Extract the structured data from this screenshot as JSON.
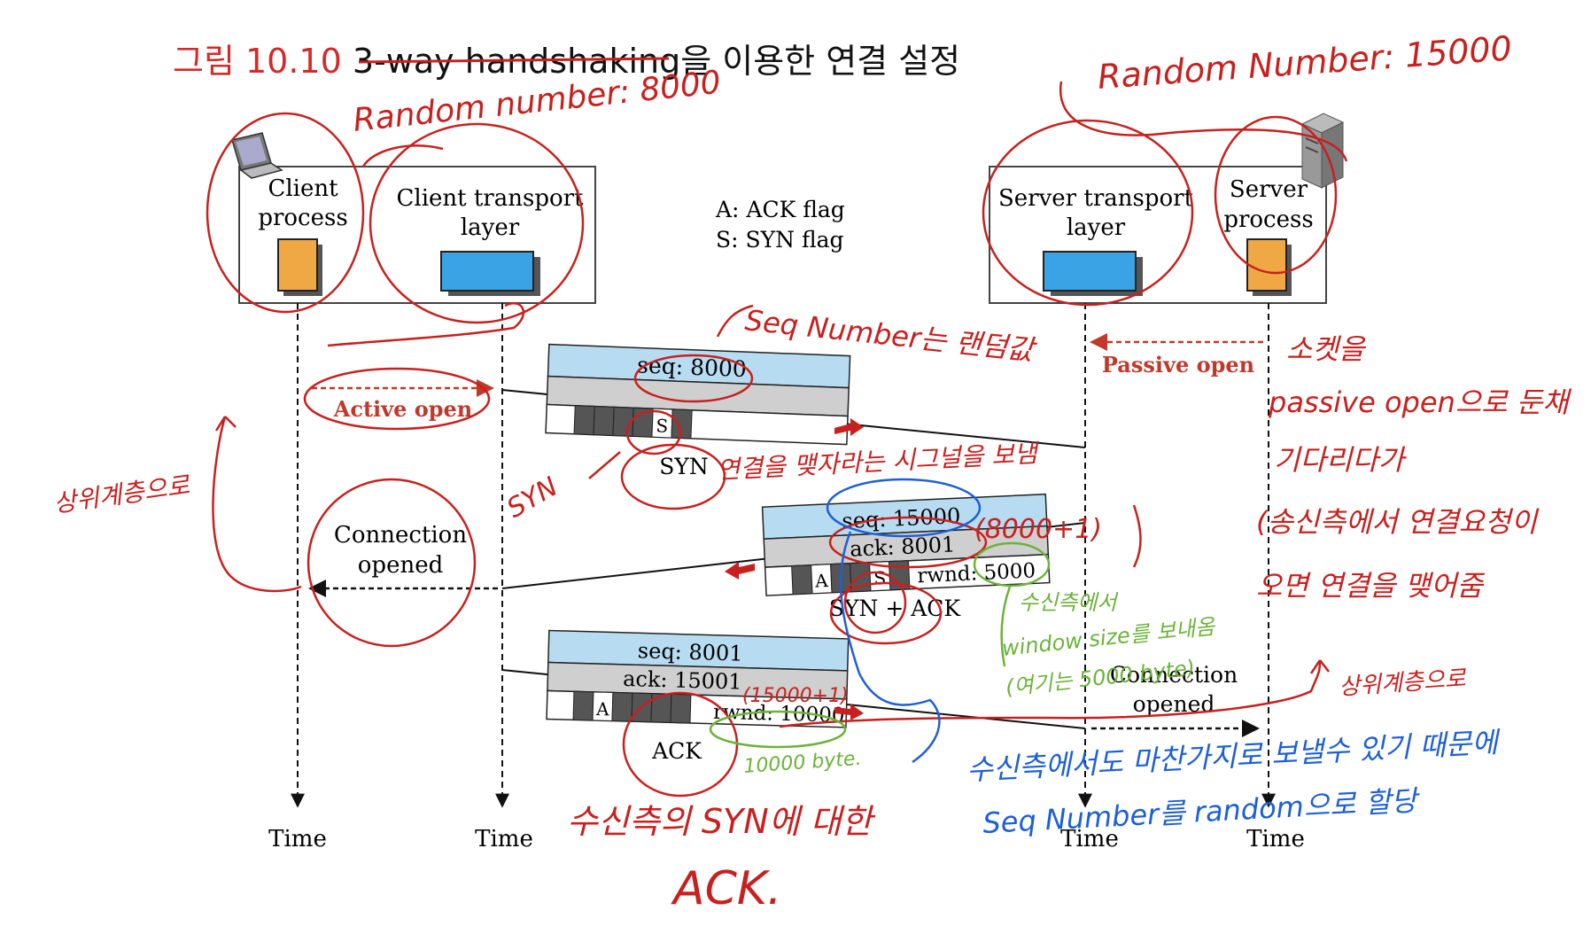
{
  "title": {
    "figure_number": "그림 10.10",
    "text": "3-way handshaking을 이용한 연결 설정"
  },
  "client": {
    "process_line1": "Client",
    "process_line2": "process",
    "transport_line1": "Client transport",
    "transport_line2": "layer",
    "icon": "laptop-icon"
  },
  "server": {
    "transport_line1": "Server transport",
    "transport_line2": "layer",
    "process_line1": "Server",
    "process_line2": "process",
    "icon": "server-tower-icon"
  },
  "legend": {
    "ack": "A: ACK flag",
    "syn": "S: SYN flag"
  },
  "events": {
    "active_open": "Active open",
    "passive_open": "Passive open",
    "client_connection_line1": "Connection",
    "client_connection_line2": "opened",
    "server_connection_line1": "Connection",
    "server_connection_line2": "opened"
  },
  "segments": {
    "syn": {
      "seq": "seq: 8000",
      "flag_s": "S",
      "label": "SYN"
    },
    "synack": {
      "seq": "seq: 15000",
      "ack": "ack: 8001",
      "rwnd": "rwnd: 5000",
      "flag_a": "A",
      "flag_s": "S",
      "label": "SYN + ACK"
    },
    "ack": {
      "seq": "seq: 8001",
      "ack": "ack: 15001",
      "rwnd": "rwnd: 10000",
      "flag_a": "A",
      "label": "ACK"
    }
  },
  "time_labels": [
    "Time",
    "Time",
    "Time",
    "Time"
  ],
  "annotations": {
    "random_client": "Random number: 8000",
    "random_server": "Random Number: 15000",
    "seq_note": "Seq Number는 랜덤값",
    "syn_note": "연결을 맺자라는 시그널을 보냄",
    "syn_arrow": "SYN",
    "upper_layer_left": "상위계층으로",
    "plus_one": "(8000+1)",
    "socket_note_1": "소켓을",
    "socket_note_2": "passive open으로 둔채",
    "socket_note_3": "기다리다가",
    "socket_note_4": "(송신측에서 연결요청이",
    "socket_note_5": "오면 연결을 맺어줌",
    "upper_layer_right": "상위계층으로",
    "green_note_1": "수신측에서",
    "green_note_2": "window size를 보내옴",
    "green_note_3": "(여기는 5000 byte)",
    "green_ack_note": "10000 byte.",
    "ack_note_small": "(15000+1)",
    "blue_note_1": "수신측에서도 마찬가지로 보낼수 있기 때문에",
    "blue_note_2": "Seq Number를 random으로 할당",
    "bottom_note_1": "수신측의 SYN에 대한",
    "bottom_note_2": "ACK."
  },
  "colors": {
    "annotation_red": "#c8201e",
    "annotation_blue": "#1d5fd6",
    "annotation_green": "#6bb339",
    "event_red": "#c0392b",
    "packet_blue": "#b7dcf2",
    "packet_gray": "#cfcfcf",
    "client_orange": "#f0a844",
    "transport_blue": "#3aa3e5"
  }
}
